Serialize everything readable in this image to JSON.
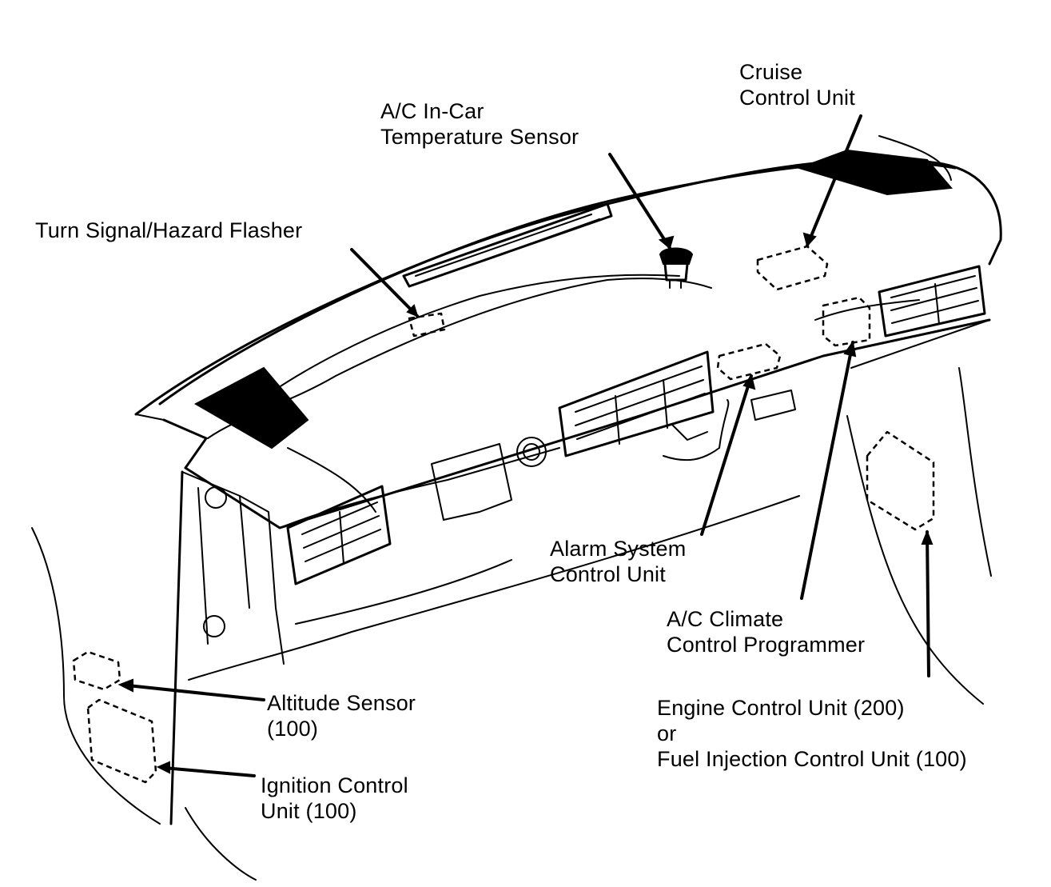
{
  "labels": {
    "cruise_control": [
      "Cruise",
      "Control Unit"
    ],
    "ac_temp_sensor": [
      "A/C In-Car",
      "Temperature Sensor"
    ],
    "turn_signal_flasher": [
      "Turn Signal/Hazard Flasher"
    ],
    "alarm_system": [
      "Alarm System",
      "Control Unit"
    ],
    "ac_climate_programmer": [
      "A/C Climate",
      "Control Programmer"
    ],
    "engine_control": [
      "Engine Control Unit (200)",
      "or",
      "Fuel Injection Control Unit (100)"
    ],
    "altitude_sensor": [
      "Altitude Sensor",
      "(100)"
    ],
    "ignition_control": [
      "Ignition Control",
      "Unit (100)"
    ]
  }
}
